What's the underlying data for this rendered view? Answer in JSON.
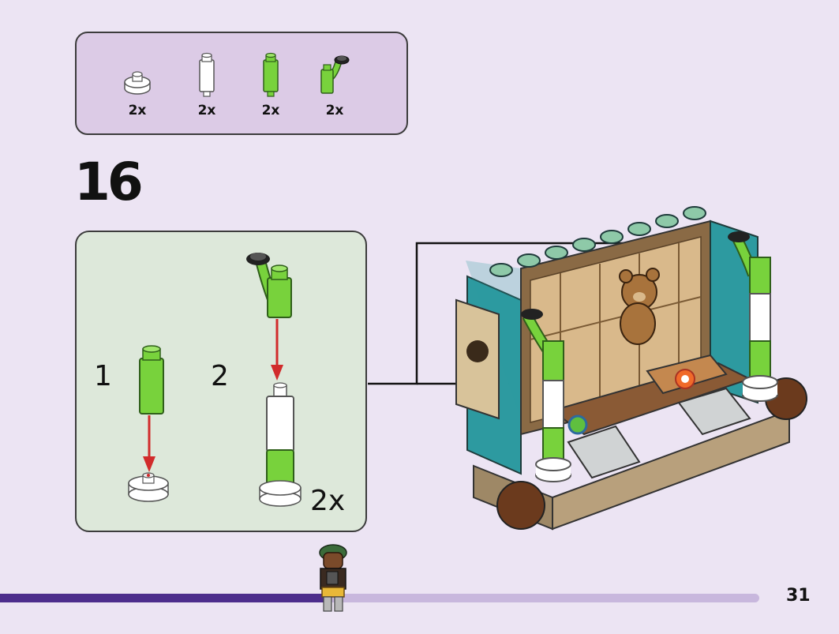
{
  "parts_list": {
    "items": [
      {
        "icon": "white-round-plate-icon",
        "quantity": "2x"
      },
      {
        "icon": "white-bar-icon",
        "quantity": "2x"
      },
      {
        "icon": "green-bar-icon",
        "quantity": "2x"
      },
      {
        "icon": "green-stem-with-clip-icon",
        "quantity": "2x"
      }
    ]
  },
  "step": {
    "number": "16"
  },
  "sub_assembly": {
    "steps": [
      {
        "label": "1"
      },
      {
        "label": "2"
      }
    ],
    "multiplier": "2x"
  },
  "page": {
    "number": "31",
    "progress": 0.43
  },
  "colors": {
    "background": "#ece4f3",
    "parts_box": "#dccbe6",
    "sub_box": "#dde8da",
    "lime": "#78d23c",
    "arrow_red": "#d12b2b",
    "progress": "#4d2d8c"
  }
}
